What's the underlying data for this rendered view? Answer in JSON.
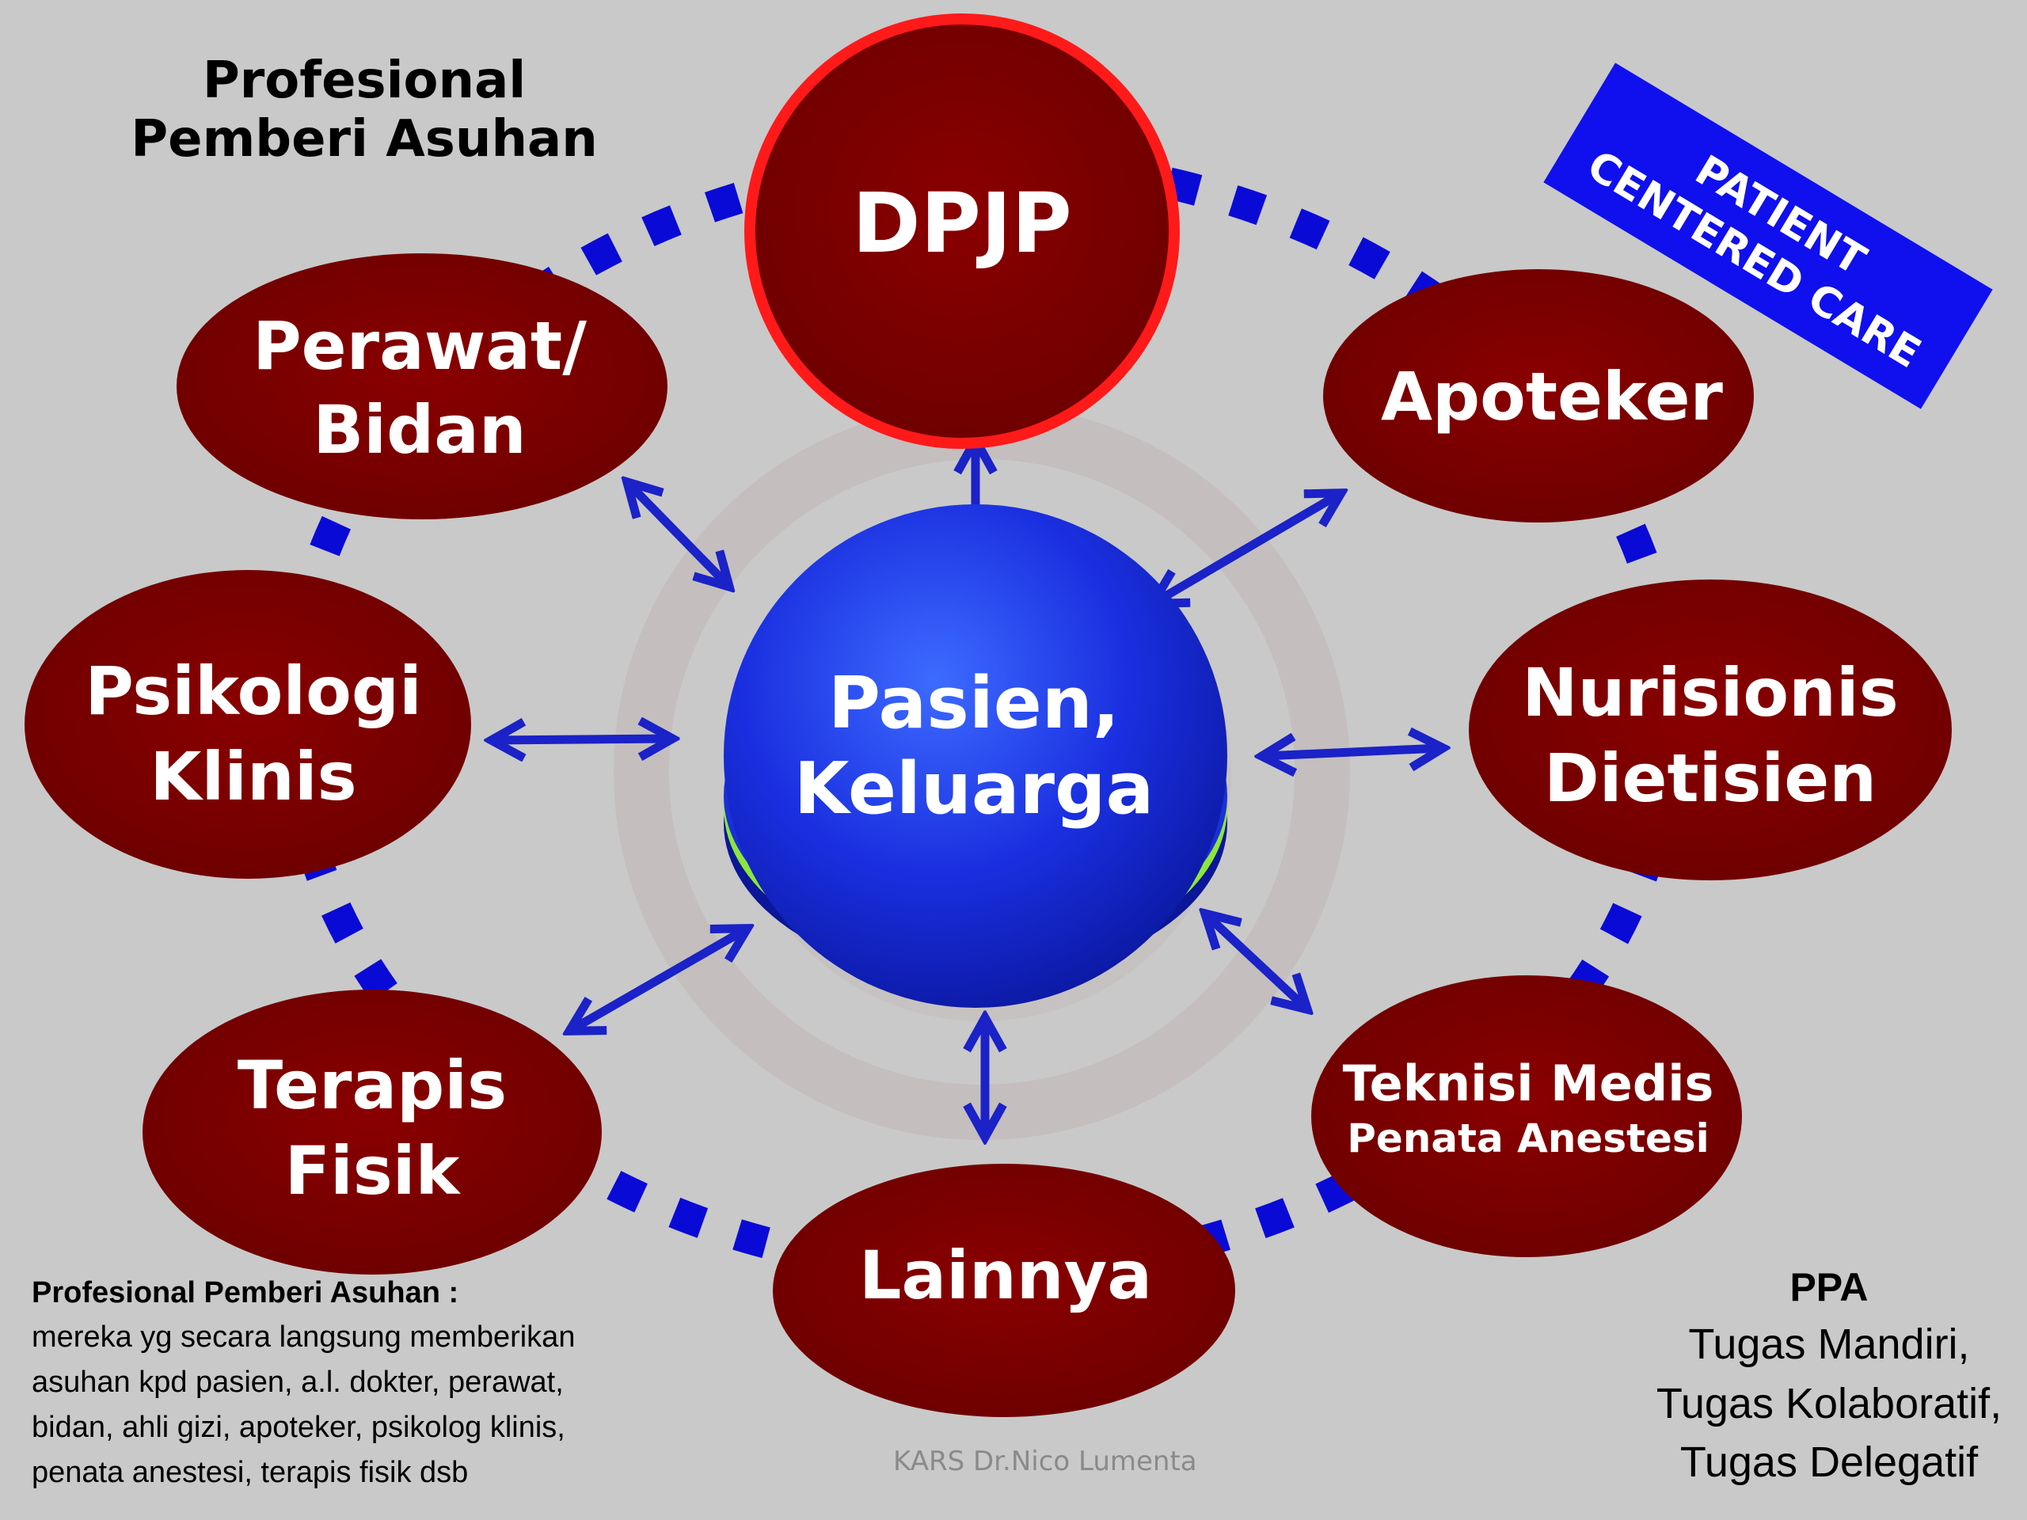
{
  "diagram": {
    "title_lines": [
      "Profesional",
      "Pemberi Asuhan"
    ],
    "badge_lines": [
      "PATIENT",
      "CENTERED CARE"
    ],
    "center": {
      "lines": [
        "Pasien,",
        "Keluarga"
      ]
    },
    "nodes": {
      "dpjp": {
        "lines": [
          "DPJP"
        ]
      },
      "perawat": {
        "lines": [
          "Perawat/",
          "Bidan"
        ]
      },
      "apoteker": {
        "lines": [
          "Apoteker"
        ]
      },
      "psikologi": {
        "lines": [
          "Psikologi",
          "Klinis"
        ]
      },
      "nurisionis": {
        "lines": [
          "Nurisionis",
          "Dietisien"
        ]
      },
      "terapis": {
        "lines": [
          "Terapis",
          "Fisik"
        ]
      },
      "teknisi": {
        "lines": [
          "Teknisi Medis",
          "Penata Anestesi"
        ]
      },
      "lainnya": {
        "lines": [
          "Lainnya"
        ]
      }
    },
    "definition": {
      "heading": "Profesional Pemberi Asuhan :",
      "lines": [
        "mereka yg secara langsung memberikan",
        "asuhan kpd pasien, a.l. dokter, perawat,",
        "bidan, ahli gizi, apoteker, psikolog klinis,",
        "penata anestesi, terapis fisik dsb"
      ]
    },
    "ppa": {
      "heading": "PPA",
      "lines": [
        "Tugas Mandiri,",
        "Tugas Kolaboratif,",
        "Tugas Delegatif"
      ]
    },
    "credit": "KARS Dr.Nico Lumenta",
    "colors": {
      "background": "#c9c9c9",
      "node_fill": "#7a0000",
      "dpjp_ring": "#ff1a1a",
      "center_fill": "#1a2fe0",
      "center_rim": "#8de63a",
      "arrow": "#1a22c8",
      "dash_ring": "#0a0ad6",
      "badge_fill": "#1010ee"
    }
  }
}
